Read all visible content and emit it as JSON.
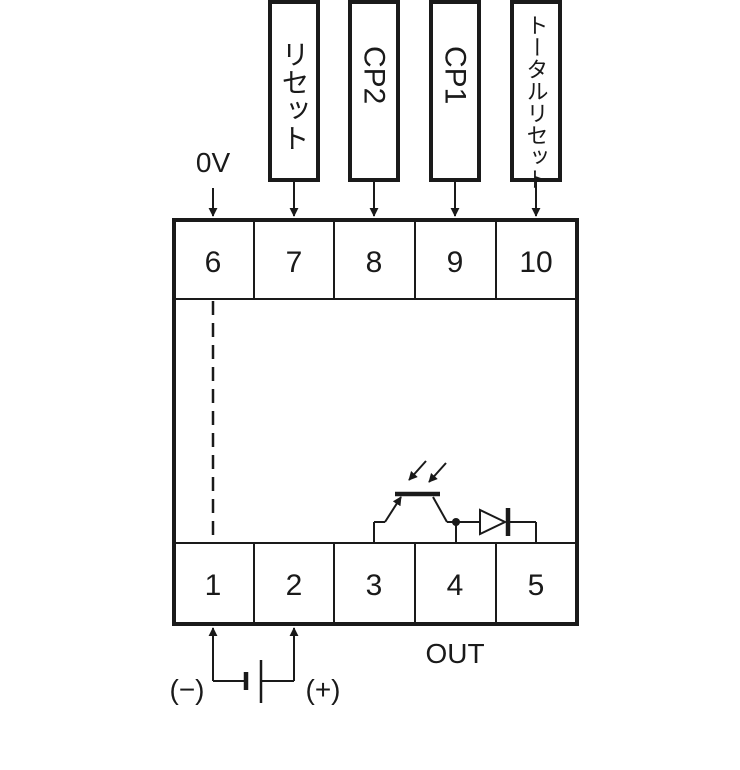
{
  "diagram": {
    "top_inputs": [
      {
        "text": "リセット"
      },
      {
        "text": "CP2"
      },
      {
        "text": "CP1"
      },
      {
        "text": "トータルリセット"
      }
    ],
    "zero_v_label": "0V",
    "top_terminals": [
      "6",
      "7",
      "8",
      "9",
      "10"
    ],
    "bottom_terminals": [
      "1",
      "2",
      "3",
      "4",
      "5"
    ],
    "out_label": "OUT",
    "minus_label": "(−)",
    "plus_label": "(+)"
  }
}
